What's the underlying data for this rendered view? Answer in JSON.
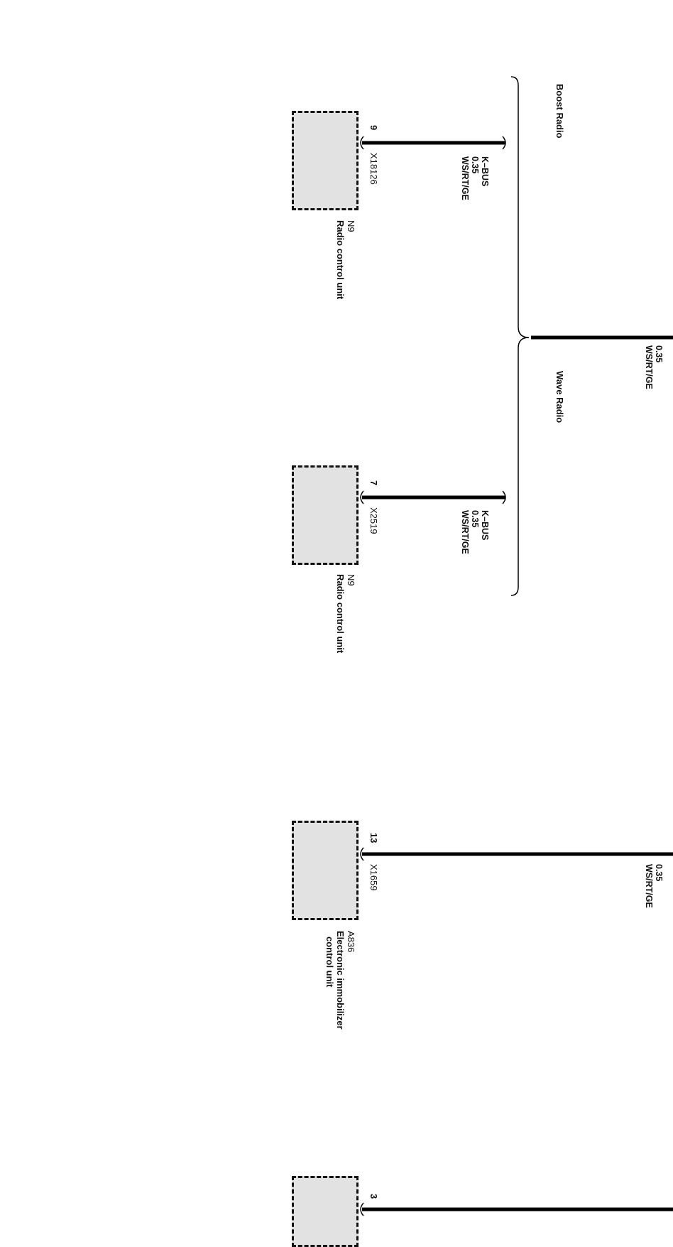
{
  "groups": {
    "boost": "Boost Radio",
    "wave": "Wave Radio"
  },
  "trunk_wire": {
    "size": "0.35",
    "color": "WS/RT/GE"
  },
  "immobilizer_wire": {
    "size": "0.35",
    "color": "WS/RT/GE"
  },
  "components": [
    {
      "pin": "9",
      "connector": "X18126",
      "wire": {
        "signal": "K–BUS",
        "size": "0.35",
        "color": "WS/RT/GE"
      },
      "code": "N9",
      "name": "Radio control unit",
      "icon": "radio-icon"
    },
    {
      "pin": "7",
      "connector": "X2519",
      "wire": {
        "signal": "K–BUS",
        "size": "0.35",
        "color": "WS/RT/GE"
      },
      "code": "N9",
      "name": "Radio control unit",
      "icon": "radio-icon"
    },
    {
      "pin": "13",
      "connector": "X1659",
      "code": "A836",
      "name_line1": "Electronic immobilizer",
      "name_line2": "control unit",
      "icon": "key-immobilizer-icon"
    },
    {
      "pin": "3",
      "icon": "control-module-icon"
    }
  ]
}
